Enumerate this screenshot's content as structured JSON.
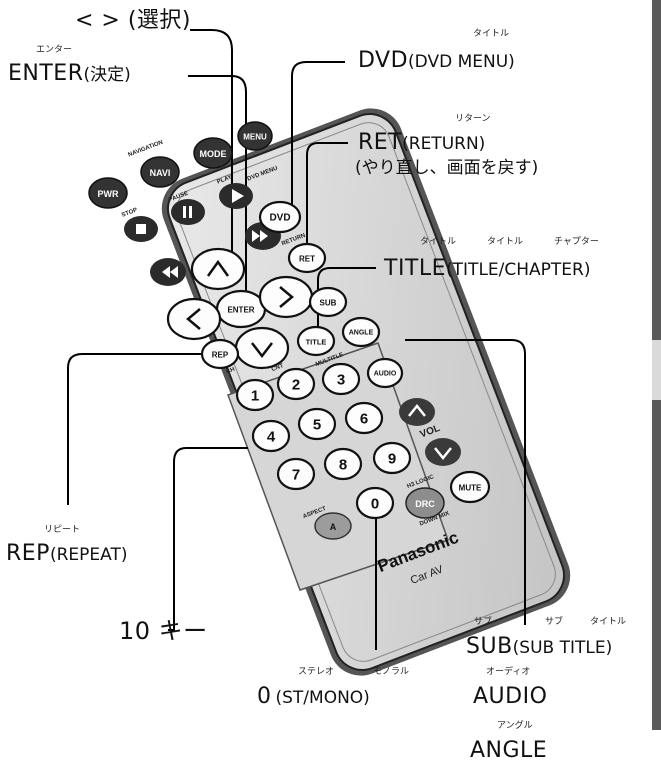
{
  "callouts": {
    "select": {
      "text": "< > (選択)"
    },
    "enter": {
      "ruby": "エンター",
      "main": "ENTER",
      "sub": "(決定)"
    },
    "dvd": {
      "ruby": "タイトル",
      "main": "DVD",
      "sub": "(DVD MENU)"
    },
    "ret": {
      "ruby": "リターン",
      "main": "RET",
      "sub": "(RETURN)",
      "sub2": "(やり直し、画面を戻す)"
    },
    "title": {
      "ruby1": "タイトル",
      "ruby2": "タイトル",
      "ruby3": "チャプター",
      "main": "TITLE",
      "sub": "(TITLE/CHAPTER)"
    },
    "rep": {
      "ruby": "リピート",
      "main": "REP",
      "sub": "(REPEAT)"
    },
    "tenkey": {
      "text": "10 キー"
    },
    "sub": {
      "ruby1": "サブ",
      "ruby2": "サブ",
      "ruby3": "タイトル",
      "main": "SUB",
      "sub": "(SUB TITLE)"
    },
    "zero": {
      "ruby1": "ステレオ",
      "ruby2": "モノラル",
      "main": "0",
      "sub": "(ST/MONO)"
    },
    "audio": {
      "ruby": "オーディオ",
      "main": "AUDIO"
    },
    "angle": {
      "ruby": "アングル",
      "main": "ANGLE"
    }
  },
  "remote": {
    "buttons": {
      "pwr": "PWR",
      "navi": "NAVI",
      "mode": "MODE",
      "menu": "MENU",
      "dvd": "DVD",
      "ret": "RET",
      "enter": "ENTER",
      "sub": "SUB",
      "title": "TITLE",
      "angle": "ANGLE",
      "rep": "REP",
      "audio": "AUDIO",
      "drc": "DRC",
      "mute": "MUTE",
      "a": "A",
      "n0": "0",
      "n1": "1",
      "n2": "2",
      "n3": "3",
      "n4": "4",
      "n5": "5",
      "n6": "6",
      "n7": "7",
      "n8": "8",
      "n9": "9"
    },
    "small_labels": {
      "navigation": "NAVIGATION",
      "stop": "STOP",
      "pause": "PAUSE",
      "play": "PLAY",
      "dvd_menu": "DVD MENU",
      "return": "RETURN",
      "vol": "VOL",
      "aspect": "ASPECT",
      "h3_logic": "H3 LOGIC",
      "down_mix": "DOWN MIX",
      "ch": "CH",
      "cnt": "CNT",
      "multitle": "MULTITLE"
    },
    "brand": "Panasonic",
    "model": "Car AV"
  }
}
